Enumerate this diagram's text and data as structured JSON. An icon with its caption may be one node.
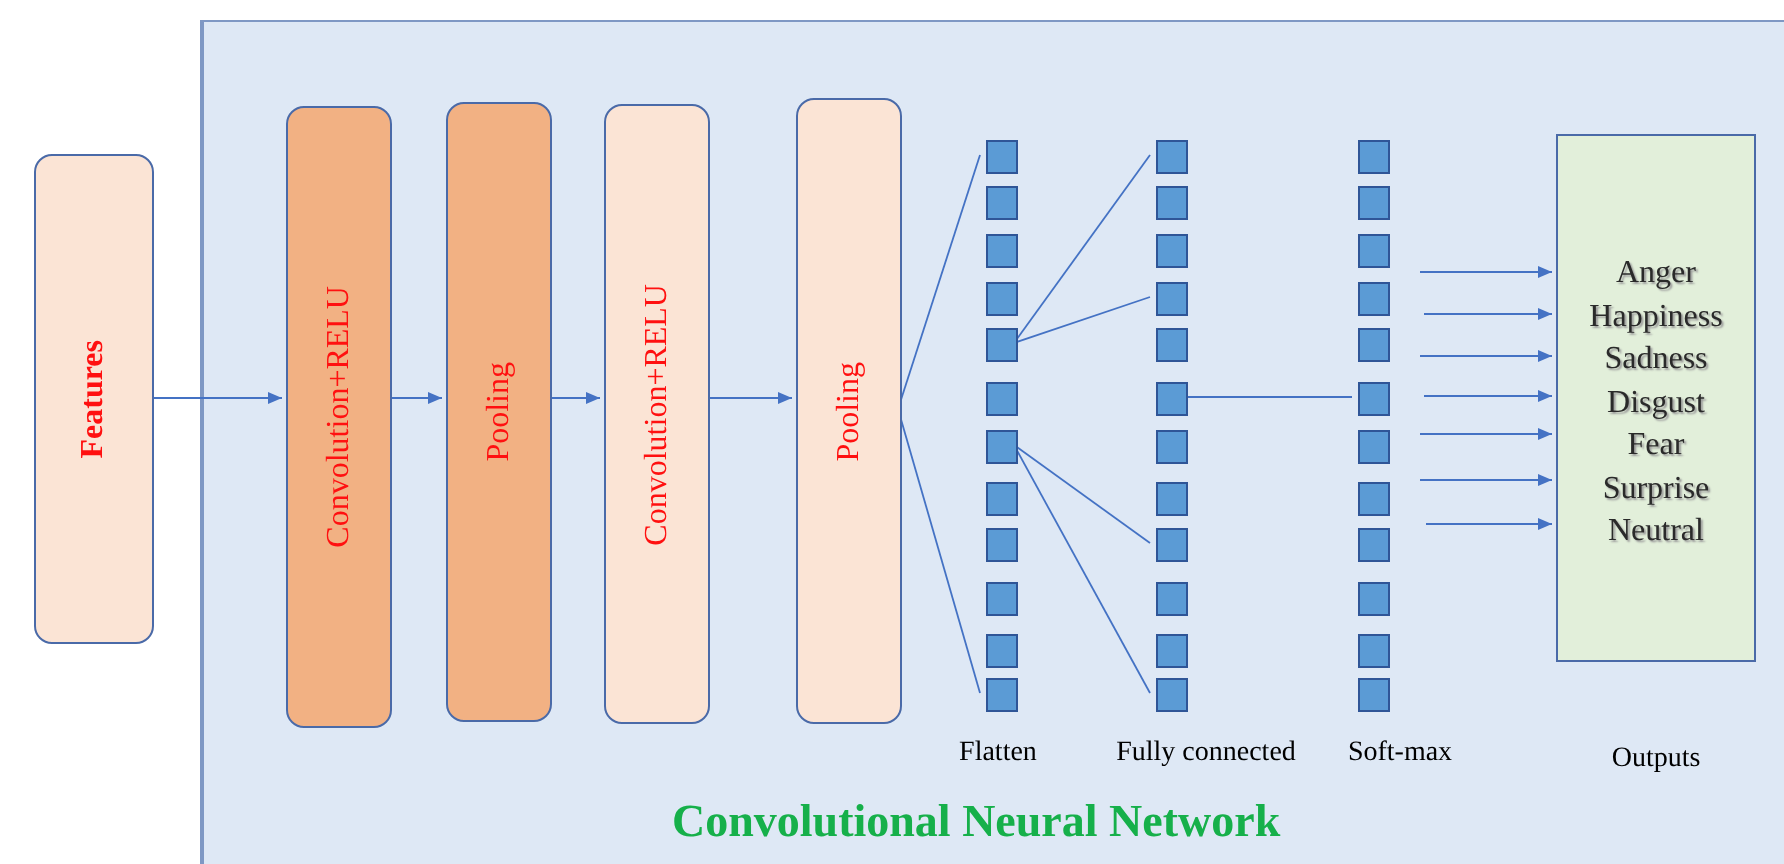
{
  "diagram": {
    "nodes": [
      {
        "text": [
          "Convolutional Neural Network"
        ]
      },
      {
        "text": [
          "Features"
        ]
      },
      {
        "text": [
          "Convolution+RELU"
        ],
        "in": 0
      },
      {
        "text": [
          "Pooling"
        ],
        "in": 0
      },
      {
        "text": [
          "Convolution+RELU"
        ],
        "in": 0
      },
      {
        "text": [
          "Pooling"
        ],
        "in": 0
      },
      {
        "text": [],
        "shape": "box",
        "in": 0
      },
      {
        "text": [],
        "shape": "box",
        "in": 0
      },
      {
        "text": [],
        "shape": "box",
        "in": 0
      },
      {
        "text": [],
        "shape": "box",
        "in": 0
      },
      {
        "text": [],
        "shape": "box",
        "in": 0
      },
      {
        "text": [],
        "shape": "box",
        "in": 0
      },
      {
        "text": [],
        "shape": "box",
        "in": 0
      },
      {
        "text": [],
        "shape": "box",
        "in": 0
      },
      {
        "text": [],
        "shape": "box",
        "in": 0
      },
      {
        "text": [],
        "shape": "box",
        "in": 0
      },
      {
        "text": [],
        "shape": "box",
        "in": 0
      },
      {
        "text": [],
        "shape": "box",
        "in": 0
      },
      {
        "text": [],
        "shape": "box",
        "in": 0
      },
      {
        "text": [],
        "shape": "box",
        "in": 0
      },
      {
        "text": [],
        "shape": "box",
        "in": 0
      },
      {
        "text": [],
        "shape": "box",
        "in": 0
      },
      {
        "text": [],
        "shape": "box",
        "in": 0
      },
      {
        "text": [],
        "shape": "box",
        "in": 0
      },
      {
        "text": [],
        "shape": "box",
        "in": 0
      },
      {
        "text": [],
        "shape": "box",
        "in": 0
      },
      {
        "text": [],
        "shape": "box",
        "in": 0
      },
      {
        "text": [],
        "shape": "box",
        "in": 0
      },
      {
        "text": [],
        "shape": "box",
        "in": 0
      },
      {
        "text": [],
        "shape": "box",
        "in": 0
      },
      {
        "text": [],
        "shape": "box",
        "in": 0
      },
      {
        "text": [],
        "shape": "box",
        "in": 0
      },
      {
        "text": [],
        "shape": "box",
        "in": 0
      },
      {
        "text": [],
        "shape": "box",
        "in": 0
      },
      {
        "text": [],
        "shape": "box",
        "in": 0
      },
      {
        "text": [],
        "shape": "box",
        "in": 0
      },
      {
        "text": [],
        "shape": "box",
        "in": 0
      },
      {
        "text": [],
        "shape": "box",
        "in": 0
      },
      {
        "text": [],
        "shape": "box",
        "in": 0
      },
      {
        "text": [],
        "shape": "box",
        "in": 0
      },
      {
        "text": [],
        "shape": "box",
        "in": 0
      },
      {
        "text": [],
        "shape": "box",
        "in": 0
      },
      {
        "text": [
          "Anger",
          "Happiness",
          "Sadness",
          "Disgust",
          "Fear",
          "Surprise",
          "Neutral"
        ],
        "beside": [
          "Outputs"
        ],
        "in": 0
      }
    ],
    "edges": [
      {
        "from": 1,
        "to": 2,
        "arrow": "to"
      },
      {
        "from": 2,
        "to": 3,
        "arrow": "to"
      },
      {
        "from": 3,
        "to": 4,
        "arrow": "to"
      },
      {
        "from": 4,
        "to": 5,
        "arrow": "to"
      },
      {
        "from": 5,
        "to": 6,
        "arrow": "none"
      },
      {
        "from": 5,
        "to": 17,
        "arrow": "none"
      },
      {
        "from": 10,
        "to": 18,
        "arrow": "none"
      },
      {
        "from": 10,
        "to": 21,
        "arrow": "none"
      },
      {
        "from": 12,
        "to": 26,
        "arrow": "none"
      },
      {
        "from": 12,
        "to": 29,
        "arrow": "none"
      },
      {
        "from": 23,
        "to": 35,
        "arrow": "none"
      },
      {
        "from": null,
        "to": 42,
        "arrow": "to"
      },
      {
        "from": null,
        "to": 42,
        "arrow": "to"
      },
      {
        "from": null,
        "to": 42,
        "arrow": "to"
      },
      {
        "from": null,
        "to": 42,
        "arrow": "to"
      },
      {
        "from": null,
        "to": 42,
        "arrow": "to"
      },
      {
        "from": null,
        "to": 42,
        "arrow": "to"
      },
      {
        "from": null,
        "to": 42,
        "arrow": "to"
      }
    ],
    "labels": [
      "Flatten",
      "Fully connected",
      "Soft-max"
    ]
  }
}
